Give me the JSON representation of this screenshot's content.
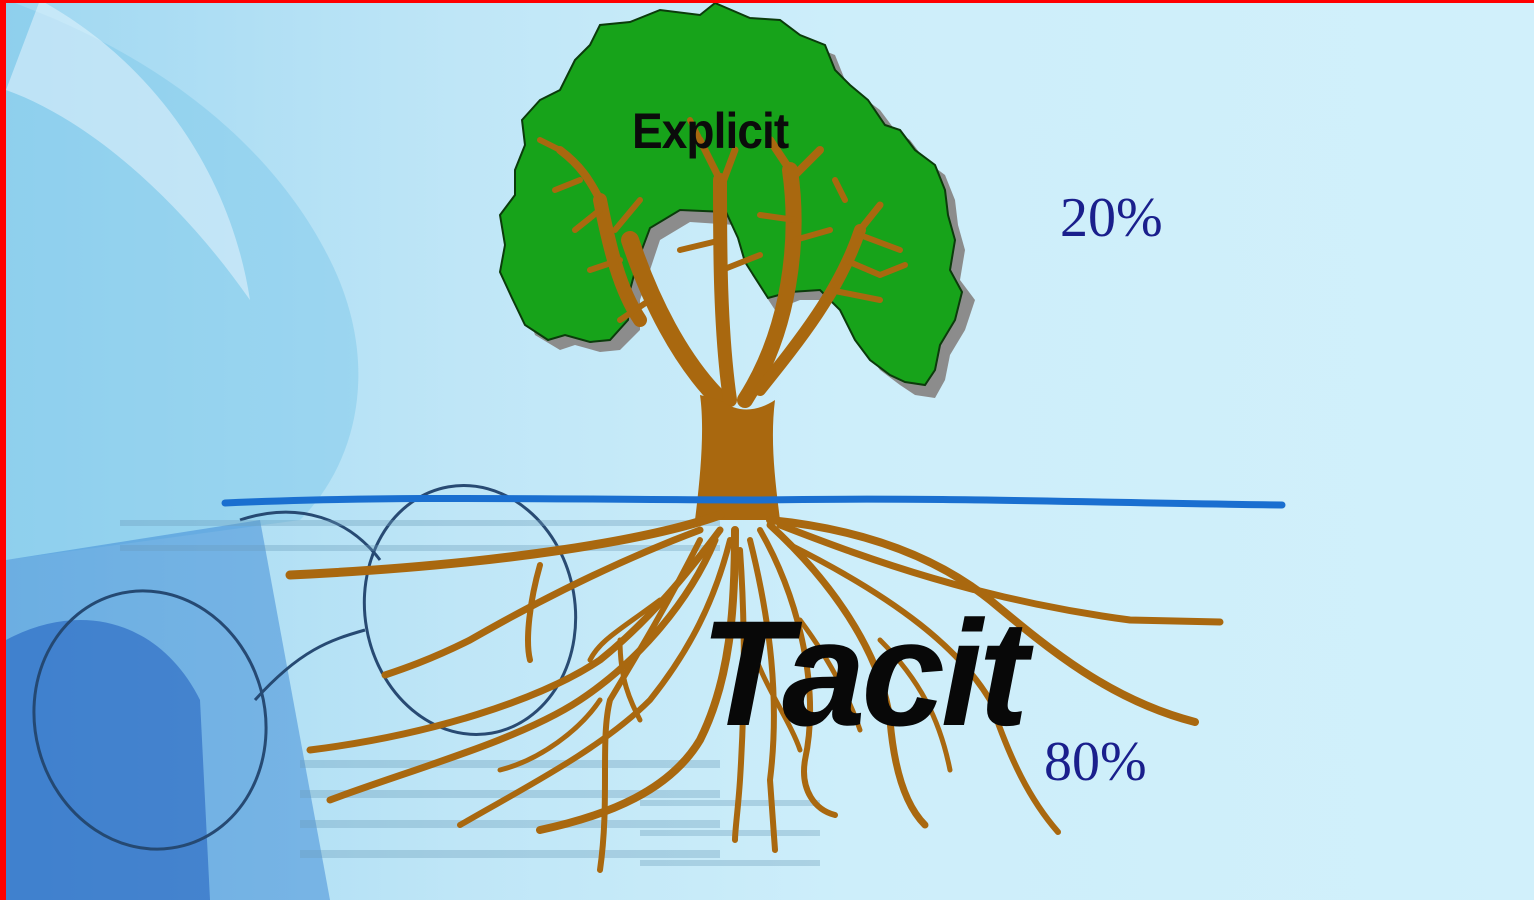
{
  "labels": {
    "upper": "Explicit",
    "lower": "Tacit",
    "upper_percent": "20%",
    "lower_percent": "80%"
  },
  "colors": {
    "frame": "#ff0000",
    "background": "#cdeefa",
    "canopy": "#17a31a",
    "canopy_shadow": "#8c8c8c",
    "wood": "#a9680f",
    "ground_line": "#1a6fd0",
    "percent_text": "#1a1f8c"
  }
}
